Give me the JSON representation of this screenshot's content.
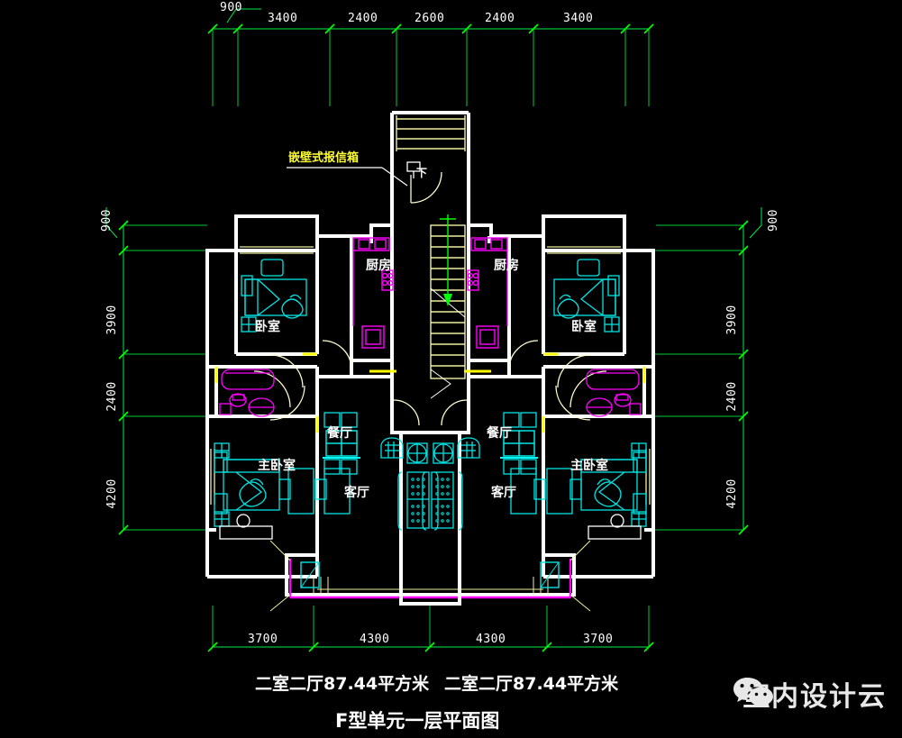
{
  "drawing": {
    "title": "F型单元一层平面图",
    "unit_label_left": "二室二厅87.44平方米",
    "unit_label_right": "二室二厅87.44平方米",
    "annotation_mailbox": "嵌壁式报信箱",
    "stair_direction": "下"
  },
  "dimensions": {
    "top": {
      "leader": "900",
      "values": [
        "3400",
        "2400",
        "2600",
        "2400",
        "3400"
      ]
    },
    "bottom": {
      "values": [
        "3700",
        "4300",
        "4300",
        "3700"
      ]
    },
    "left": {
      "leader": "900",
      "values": [
        "3900",
        "2400",
        "4200"
      ]
    },
    "right": {
      "leader": "900",
      "values": [
        "3900",
        "2400",
        "4200"
      ]
    }
  },
  "rooms": {
    "left_unit": {
      "bedroom": "卧室",
      "kitchen": "厨房",
      "master_bedroom": "主卧室",
      "dining": "餐厅",
      "living": "客厅"
    },
    "right_unit": {
      "bedroom": "卧室",
      "kitchen": "厨房",
      "master_bedroom": "主卧室",
      "dining": "餐厅",
      "living": "客厅"
    }
  },
  "watermark": {
    "brand": "室内设计云",
    "icon": "wechat-icon"
  },
  "colors": {
    "background": "#000000",
    "wall": "#ffffff",
    "dimension": "#00ff00",
    "furniture": "#00ffff",
    "fixture": "#ff00ff",
    "door_swing": "#fffacd",
    "annotation": "#ffff33",
    "stair": "#f0f0a0"
  }
}
